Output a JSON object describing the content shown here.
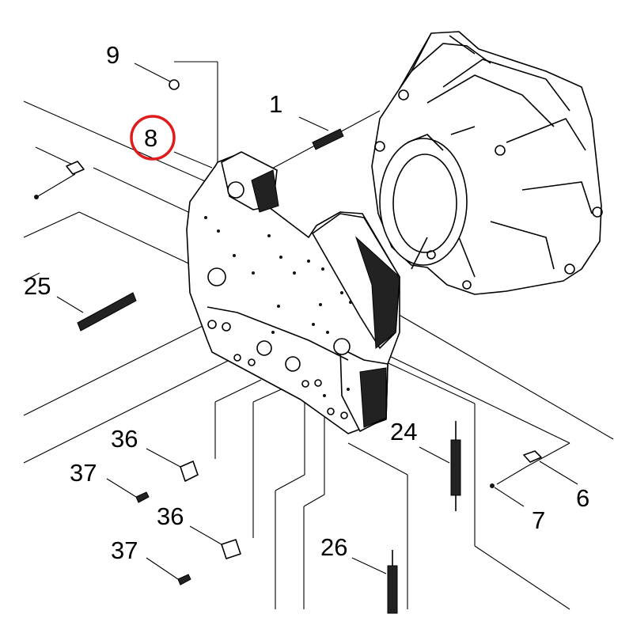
{
  "callouts": [
    {
      "id": "c1",
      "label": "1"
    },
    {
      "id": "c6",
      "label": "6"
    },
    {
      "id": "c7",
      "label": "7"
    },
    {
      "id": "c8",
      "label": "8",
      "highlighted": true
    },
    {
      "id": "c9",
      "label": "9"
    },
    {
      "id": "c24",
      "label": "24"
    },
    {
      "id": "c25",
      "label": "25"
    },
    {
      "id": "c26",
      "label": "26"
    },
    {
      "id": "c36a",
      "label": "36"
    },
    {
      "id": "c36b",
      "label": "36"
    },
    {
      "id": "c37a",
      "label": "37"
    },
    {
      "id": "c37b",
      "label": "37"
    }
  ],
  "highlight_color": "#e01b1b",
  "line_color": "#000000",
  "background_color": "#ffffff"
}
